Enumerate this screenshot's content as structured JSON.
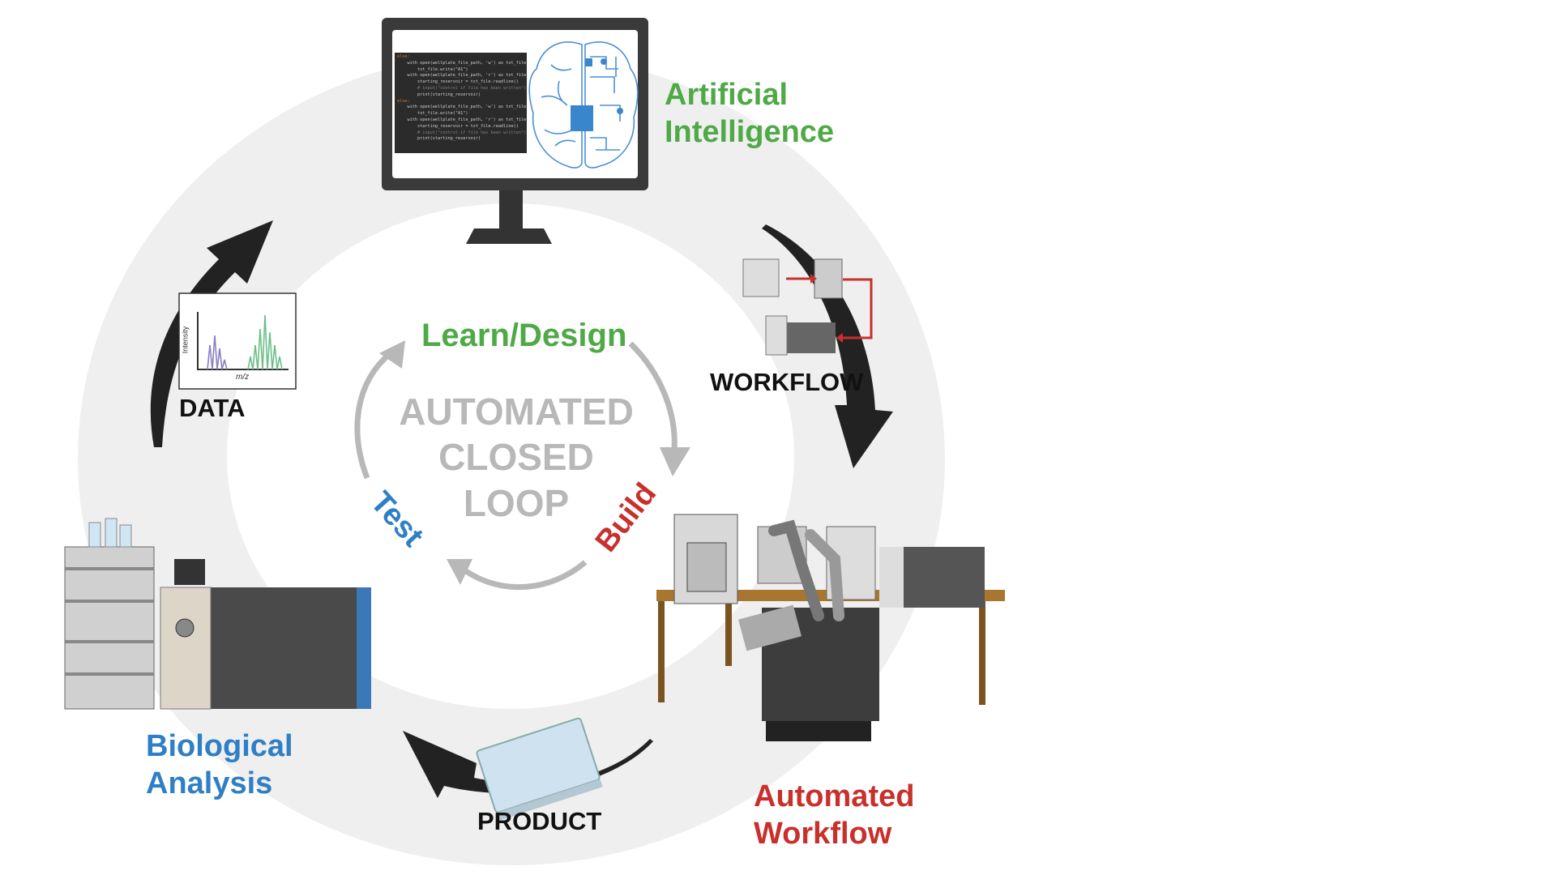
{
  "title": {
    "ai": [
      "Artificial",
      "Intelligence"
    ],
    "bio": [
      "Biological",
      "Analysis"
    ],
    "auto": [
      "Automated",
      "Workflow"
    ]
  },
  "inner": {
    "learn": "Learn/Design",
    "build": "Build",
    "test": "Test",
    "center": [
      "AUTOMATED",
      "CLOSED",
      "LOOP"
    ]
  },
  "labels": {
    "workflow": "WORKFLOW",
    "data": "DATA",
    "product": "PRODUCT"
  },
  "data_plot": {
    "ylabel": "Intensity",
    "xlabel": "m/z"
  },
  "code_lines": [
    "else:",
    "    with open(wellplate_file_path, 'w') as txt_file:",
    "        txt_file.write(\"A1\")",
    "    with open(wellplate_file_path, 'r') as txt_file:",
    "        starting_reservoir = txt_file.readline()",
    "        # input(\"control if file has been written\")",
    "        print(starting_reservoir)",
    "else:",
    "    with open(wellplate_file_path, 'w') as txt_file:",
    "        txt_file.write(\"A1\")",
    "    with open(wellplate_file_path, 'r') as txt_file:",
    "        starting_reservoir = txt_file.readline()",
    "        # input(\"control if file has been written\")",
    "        print(starting_reservoir)"
  ],
  "colors": {
    "green": "#4ea946",
    "blue": "#2f7fc6",
    "red": "#c9302c",
    "ring": "#efefef",
    "inner_arrows": "#b8b8b8"
  }
}
